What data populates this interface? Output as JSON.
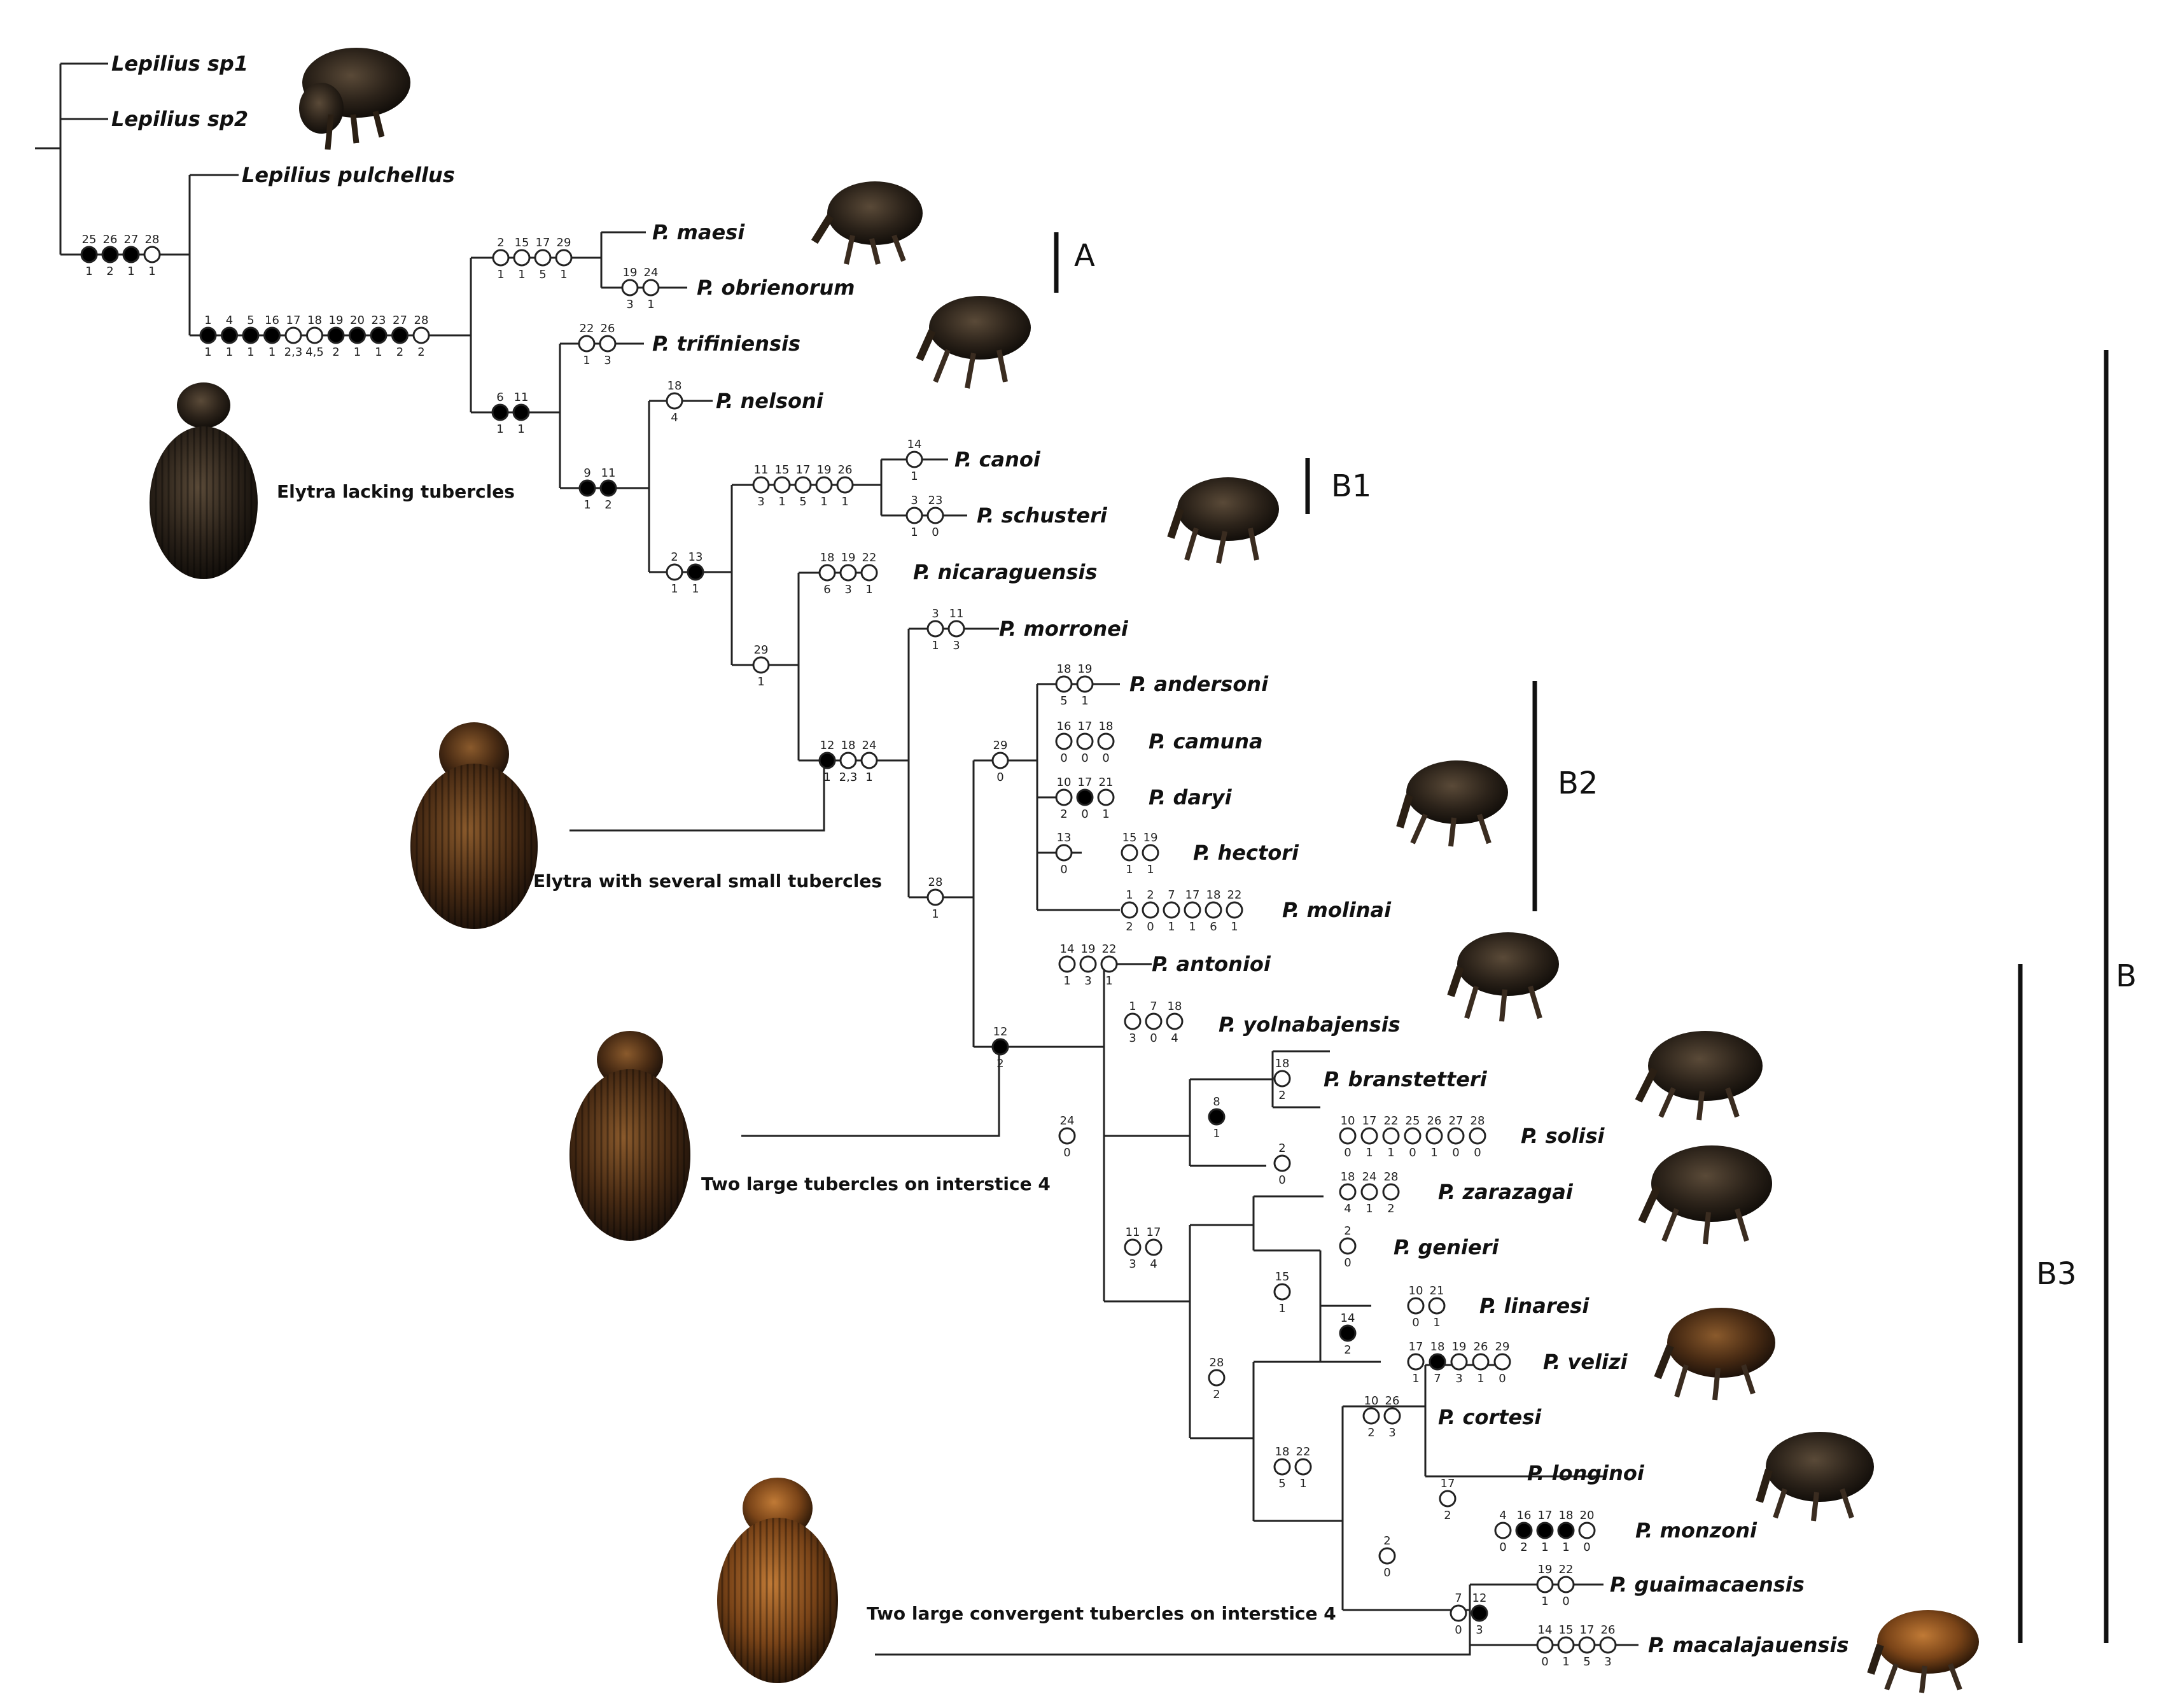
{
  "tips": [
    {
      "name": "Lepilius sp1"
    },
    {
      "name": "Lepilius sp2"
    },
    {
      "name": "Lepilius pulchellus"
    },
    {
      "name": "P. maesi"
    },
    {
      "name": "P. obrienorum"
    },
    {
      "name": "P. trifiniensis"
    },
    {
      "name": "P. nelsoni"
    },
    {
      "name": "P. canoi"
    },
    {
      "name": "P. schusteri"
    },
    {
      "name": "P. nicaraguensis"
    },
    {
      "name": "P. morronei"
    },
    {
      "name": "P. andersoni"
    },
    {
      "name": "P. camuna"
    },
    {
      "name": "P. daryi"
    },
    {
      "name": "P. hectori"
    },
    {
      "name": "P. molinai"
    },
    {
      "name": "P. antonioi"
    },
    {
      "name": "P. yolnabajensis"
    },
    {
      "name": "P. branstetteri"
    },
    {
      "name": "P. solisi"
    },
    {
      "name": "P. zarazagai"
    },
    {
      "name": "P. genieri"
    },
    {
      "name": "P. linaresi"
    },
    {
      "name": "P. velizi"
    },
    {
      "name": "P. cortesi"
    },
    {
      "name": "P. longinoi"
    },
    {
      "name": "P. monzoni"
    },
    {
      "name": "P. guaimacaensis"
    },
    {
      "name": "P. macalajauensis"
    }
  ],
  "notes": {
    "n1": "Elytra lacking tubercles",
    "n2": "Elytra with several small tubercles",
    "n3": "Two large tubercles on interstice 4",
    "n4": "Two large convergent tubercles on interstice 4"
  },
  "clades": {
    "A": "A",
    "B": "B",
    "B1": "B1",
    "B2": "B2",
    "B3": "B3"
  },
  "characters": [
    {
      "id": "c1",
      "marks": [
        [
          "25",
          "1",
          1
        ],
        [
          "26",
          "2",
          1
        ],
        [
          "27",
          "1",
          1
        ],
        [
          "28",
          "1",
          0
        ]
      ]
    },
    {
      "id": "c2",
      "marks": [
        [
          "1",
          "1",
          1
        ],
        [
          "4",
          "1",
          1
        ],
        [
          "5",
          "1",
          1
        ],
        [
          "16",
          "1",
          1
        ],
        [
          "17",
          "2,3",
          0
        ],
        [
          "18",
          "4,5",
          0
        ],
        [
          "19",
          "2",
          1
        ],
        [
          "20",
          "1",
          1
        ],
        [
          "23",
          "1",
          1
        ],
        [
          "27",
          "2",
          1
        ],
        [
          "28",
          "2",
          0
        ]
      ]
    },
    {
      "id": "c3",
      "marks": [
        [
          "2",
          "1",
          0
        ],
        [
          "15",
          "1",
          0
        ],
        [
          "17",
          "5",
          0
        ],
        [
          "29",
          "1",
          0
        ]
      ]
    },
    {
      "id": "c4",
      "marks": [
        [
          "19",
          "3",
          0
        ],
        [
          "24",
          "1",
          0
        ]
      ]
    },
    {
      "id": "c5",
      "marks": [
        [
          "6",
          "1",
          1
        ],
        [
          "11",
          "1",
          1
        ]
      ]
    },
    {
      "id": "c6",
      "marks": [
        [
          "22",
          "1",
          0
        ],
        [
          "26",
          "3",
          0
        ]
      ]
    },
    {
      "id": "c7",
      "marks": [
        [
          "9",
          "1",
          1
        ],
        [
          "11",
          "2",
          1
        ]
      ]
    },
    {
      "id": "c8",
      "marks": [
        [
          "18",
          "4",
          0
        ]
      ]
    },
    {
      "id": "c9",
      "marks": [
        [
          "2",
          "1",
          0
        ],
        [
          "13",
          "1",
          1
        ]
      ]
    },
    {
      "id": "c10",
      "marks": [
        [
          "11",
          "3",
          0
        ],
        [
          "15",
          "1",
          0
        ],
        [
          "17",
          "5",
          0
        ],
        [
          "19",
          "1",
          0
        ],
        [
          "26",
          "1",
          0
        ]
      ]
    },
    {
      "id": "c11",
      "marks": [
        [
          "14",
          "1",
          0
        ]
      ]
    },
    {
      "id": "c12",
      "marks": [
        [
          "3",
          "1",
          0
        ],
        [
          "23",
          "0",
          0
        ]
      ]
    },
    {
      "id": "c13",
      "marks": [
        [
          "29",
          "1",
          0
        ]
      ]
    },
    {
      "id": "c14",
      "marks": [
        [
          "18",
          "6",
          0
        ],
        [
          "19",
          "3",
          0
        ],
        [
          "22",
          "1",
          0
        ]
      ]
    },
    {
      "id": "c15",
      "marks": [
        [
          "12",
          "1",
          1
        ],
        [
          "18",
          "2,3",
          0
        ],
        [
          "24",
          "1",
          0
        ]
      ]
    },
    {
      "id": "c16",
      "marks": [
        [
          "3",
          "1",
          0
        ],
        [
          "11",
          "3",
          0
        ]
      ]
    },
    {
      "id": "c17",
      "marks": [
        [
          "28",
          "1",
          0
        ]
      ]
    },
    {
      "id": "c18",
      "marks": [
        [
          "29",
          "0",
          0
        ]
      ]
    },
    {
      "id": "c19",
      "marks": [
        [
          "18",
          "5",
          0
        ],
        [
          "19",
          "1",
          0
        ]
      ]
    },
    {
      "id": "c20",
      "marks": [
        [
          "16",
          "0",
          0
        ],
        [
          "17",
          "0",
          0
        ],
        [
          "18",
          "0",
          0
        ]
      ]
    },
    {
      "id": "c21",
      "marks": [
        [
          "10",
          "2",
          0
        ],
        [
          "17",
          "0",
          1
        ],
        [
          "21",
          "1",
          0
        ]
      ]
    },
    {
      "id": "c22",
      "marks": [
        [
          "13",
          "0",
          0
        ]
      ]
    },
    {
      "id": "c23",
      "marks": [
        [
          "15",
          "1",
          0
        ],
        [
          "19",
          "1",
          0
        ]
      ]
    },
    {
      "id": "c24",
      "marks": [
        [
          "1",
          "2",
          0
        ],
        [
          "2",
          "0",
          0
        ],
        [
          "7",
          "1",
          0
        ],
        [
          "17",
          "1",
          0
        ],
        [
          "18",
          "6",
          0
        ],
        [
          "22",
          "1",
          0
        ]
      ]
    },
    {
      "id": "c25",
      "marks": [
        [
          "12",
          "2",
          1
        ]
      ]
    },
    {
      "id": "c26",
      "marks": [
        [
          "14",
          "1",
          0
        ],
        [
          "19",
          "3",
          0
        ],
        [
          "22",
          "1",
          0
        ]
      ]
    },
    {
      "id": "c27",
      "marks": [
        [
          "24",
          "0",
          0
        ]
      ]
    },
    {
      "id": "c28",
      "marks": [
        [
          "1",
          "3",
          0
        ],
        [
          "7",
          "0",
          0
        ],
        [
          "18",
          "4",
          0
        ]
      ]
    },
    {
      "id": "c29",
      "marks": [
        [
          "11",
          "3",
          0
        ],
        [
          "17",
          "4",
          0
        ]
      ]
    },
    {
      "id": "c30",
      "marks": [
        [
          "8",
          "1",
          1
        ]
      ]
    },
    {
      "id": "c31",
      "marks": [
        [
          "18",
          "2",
          0
        ]
      ]
    },
    {
      "id": "c32",
      "marks": [
        [
          "2",
          "0",
          0
        ]
      ]
    },
    {
      "id": "c33",
      "marks": [
        [
          "10",
          "0",
          0
        ],
        [
          "17",
          "1",
          0
        ],
        [
          "22",
          "1",
          0
        ],
        [
          "25",
          "0",
          0
        ],
        [
          "26",
          "1",
          0
        ],
        [
          "27",
          "0",
          0
        ],
        [
          "28",
          "0",
          0
        ]
      ]
    },
    {
      "id": "c34",
      "marks": [
        [
          "18",
          "4",
          0
        ],
        [
          "24",
          "1",
          0
        ],
        [
          "28",
          "2",
          0
        ]
      ]
    },
    {
      "id": "c35",
      "marks": [
        [
          "28",
          "2",
          0
        ]
      ]
    },
    {
      "id": "c36",
      "marks": [
        [
          "15",
          "1",
          0
        ]
      ]
    },
    {
      "id": "c37",
      "marks": [
        [
          "2",
          "0",
          0
        ]
      ]
    },
    {
      "id": "c38",
      "marks": [
        [
          "14",
          "2",
          1
        ]
      ]
    },
    {
      "id": "c39",
      "marks": [
        [
          "10",
          "0",
          0
        ],
        [
          "21",
          "1",
          0
        ]
      ]
    },
    {
      "id": "c40",
      "marks": [
        [
          "17",
          "1",
          0
        ],
        [
          "18",
          "7",
          1
        ],
        [
          "19",
          "3",
          0
        ],
        [
          "26",
          "1",
          0
        ],
        [
          "29",
          "0",
          0
        ]
      ]
    },
    {
      "id": "c41",
      "marks": [
        [
          "18",
          "5",
          0
        ],
        [
          "22",
          "1",
          0
        ]
      ]
    },
    {
      "id": "c42",
      "marks": [
        [
          "10",
          "2",
          0
        ],
        [
          "26",
          "3",
          0
        ]
      ]
    },
    {
      "id": "c43",
      "marks": [
        [
          "2",
          "0",
          0
        ]
      ]
    },
    {
      "id": "c44",
      "marks": [
        [
          "17",
          "2",
          0
        ]
      ]
    },
    {
      "id": "c45",
      "marks": [
        [
          "4",
          "0",
          0
        ],
        [
          "16",
          "2",
          1
        ],
        [
          "17",
          "1",
          1
        ],
        [
          "18",
          "1",
          1
        ],
        [
          "20",
          "0",
          0
        ]
      ]
    },
    {
      "id": "c46",
      "marks": [
        [
          "7",
          "0",
          0
        ],
        [
          "12",
          "3",
          1
        ]
      ]
    },
    {
      "id": "c47",
      "marks": [
        [
          "19",
          "1",
          0
        ],
        [
          "22",
          "0",
          0
        ]
      ]
    },
    {
      "id": "c48",
      "marks": [
        [
          "14",
          "0",
          0
        ],
        [
          "15",
          "1",
          0
        ],
        [
          "17",
          "5",
          0
        ],
        [
          "26",
          "3",
          0
        ]
      ]
    }
  ]
}
